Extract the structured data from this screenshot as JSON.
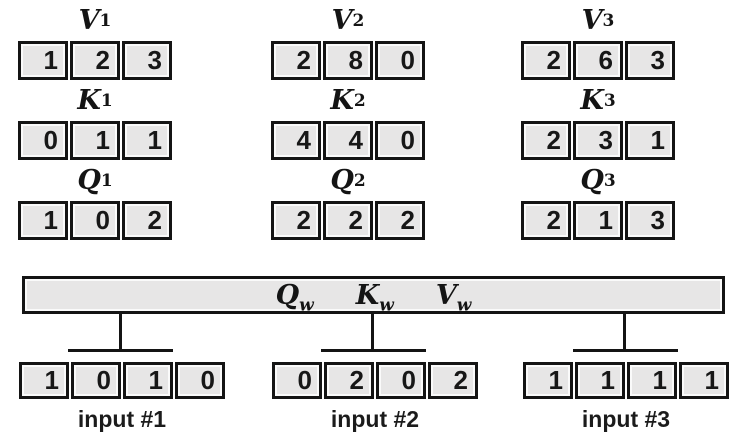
{
  "matrices": {
    "columns": [
      {
        "vectors": [
          {
            "letter": "V",
            "sub": "1",
            "cells": [
              "1",
              "2",
              "3"
            ]
          },
          {
            "letter": "K",
            "sub": "1",
            "cells": [
              "0",
              "1",
              "1"
            ]
          },
          {
            "letter": "Q",
            "sub": "1",
            "cells": [
              "1",
              "0",
              "2"
            ]
          }
        ]
      },
      {
        "vectors": [
          {
            "letter": "V",
            "sub": "2",
            "cells": [
              "2",
              "8",
              "0"
            ]
          },
          {
            "letter": "K",
            "sub": "2",
            "cells": [
              "4",
              "4",
              "0"
            ]
          },
          {
            "letter": "Q",
            "sub": "2",
            "cells": [
              "2",
              "2",
              "2"
            ]
          }
        ]
      },
      {
        "vectors": [
          {
            "letter": "V",
            "sub": "3",
            "cells": [
              "2",
              "6",
              "3"
            ]
          },
          {
            "letter": "K",
            "sub": "3",
            "cells": [
              "2",
              "3",
              "1"
            ]
          },
          {
            "letter": "Q",
            "sub": "3",
            "cells": [
              "2",
              "1",
              "3"
            ]
          }
        ]
      }
    ]
  },
  "weight_bar": {
    "labels": [
      {
        "letter": "Q",
        "sub": "w"
      },
      {
        "letter": "K",
        "sub": "w"
      },
      {
        "letter": "V",
        "sub": "w"
      }
    ]
  },
  "inputs": [
    {
      "label": "input #1",
      "cells": [
        "1",
        "0",
        "1",
        "0"
      ]
    },
    {
      "label": "input #2",
      "cells": [
        "0",
        "2",
        "0",
        "2"
      ]
    },
    {
      "label": "input #3",
      "cells": [
        "1",
        "1",
        "1",
        "1"
      ]
    }
  ],
  "colors": {
    "cell_fill": "#e7e6e6",
    "border": "#141414",
    "background": "#ffffff"
  }
}
